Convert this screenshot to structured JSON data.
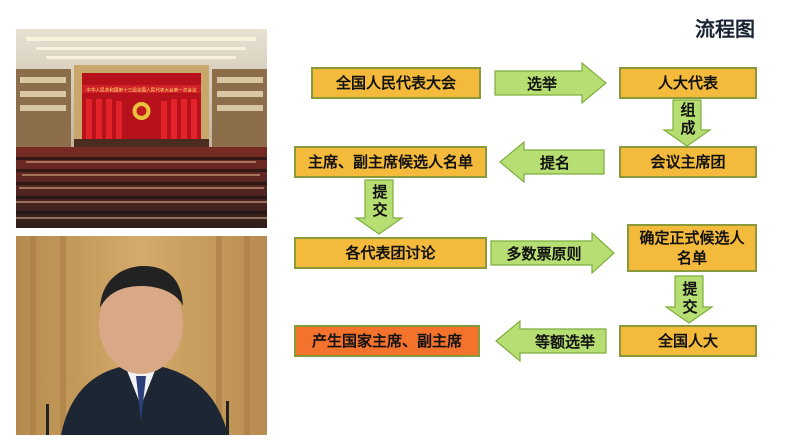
{
  "title": "流程图",
  "colors": {
    "box_fill": "#f4ba3b",
    "box_fill_result": "#f3722c",
    "box_border": "#8a9a3a",
    "arrow_fill": "#b7de72",
    "arrow_stroke": "#7fae3f"
  },
  "photos": {
    "hall": {
      "banner_text": "中华人民共和国第十三届全国人民代表大会第一次会议"
    },
    "portrait": {}
  },
  "nodes": {
    "npc": "全国人民代表大会",
    "deputies": "人大代表",
    "presidium": "会议主席团",
    "candidate_list": "主席、副主席候选人名单",
    "delegation_discussion": "各代表团讨论",
    "formal_candidates": "确定正式候选人名单",
    "full_npc": "全国人大",
    "result": "产生国家主席、副主席"
  },
  "edges": {
    "elect": "选举",
    "form": "组成",
    "nominate": "提名",
    "submit1": "提交",
    "majority": "多数票原则",
    "submit2": "提交",
    "equal_election": "等额选举"
  }
}
